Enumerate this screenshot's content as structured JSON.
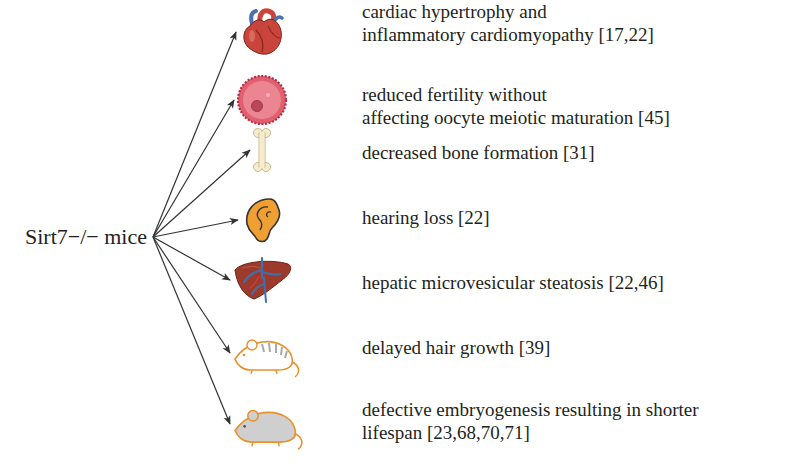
{
  "diagram": {
    "nodes": [
      {
        "text": [
          "Sirt7−/− mice"
        ]
      },
      {
        "text": [
          "cardiac hypertrophy and inflammatory cardiomyopathy [17,22]"
        ]
      },
      {
        "text": [
          "reduced fertility without affecting oocyte meiotic maturation [45]"
        ]
      },
      {
        "text": [
          "decreased bone formation [31]"
        ]
      },
      {
        "text": [
          "hearing loss [22]"
        ]
      },
      {
        "text": [
          "hepatic microvesicular steatosis [22,46]"
        ]
      },
      {
        "text": [
          "delayed hair growth [39]"
        ]
      },
      {
        "text": [
          "defective embryogenesis resulting in shorter lifespan [23,68,70,71]"
        ]
      }
    ],
    "edges": [
      {
        "from": 0,
        "to": 1,
        "arrow": "to"
      },
      {
        "from": 0,
        "to": 2,
        "arrow": "to"
      },
      {
        "from": 0,
        "to": 3,
        "arrow": "to"
      },
      {
        "from": 0,
        "to": 4,
        "arrow": "to"
      },
      {
        "from": 0,
        "to": 5,
        "arrow": "to"
      },
      {
        "from": 0,
        "to": 6,
        "arrow": "to"
      },
      {
        "from": 0,
        "to": 7,
        "arrow": "to"
      }
    ]
  }
}
